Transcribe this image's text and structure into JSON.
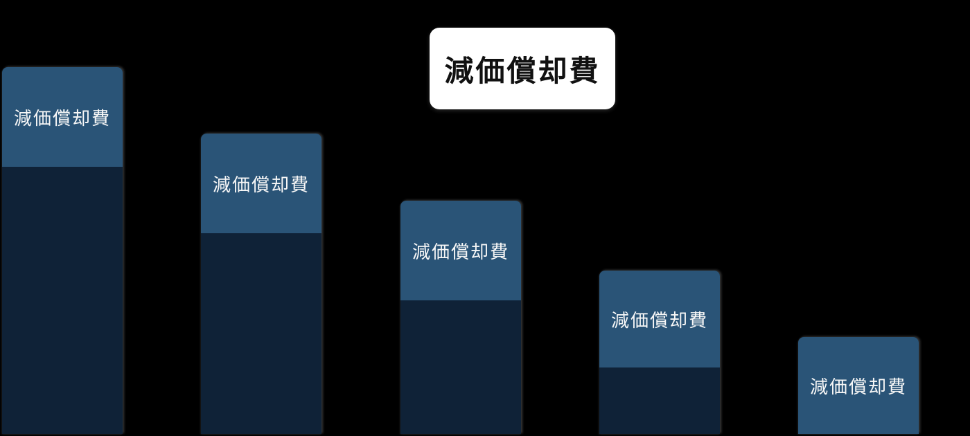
{
  "chart_data": {
    "type": "bar",
    "stacked": true,
    "orientation": "vertical",
    "title": "減価償却費",
    "axes_visible": false,
    "grid": false,
    "legend_position": "none",
    "categories": [
      "",
      "",
      "",
      "",
      ""
    ],
    "units": "relative-pixels",
    "baseline_y": 627,
    "series": [
      {
        "name": "減価償却費",
        "role": "depreciation-top-segment",
        "segment_label": "減価償却費",
        "color": "#2a5477",
        "values": [
          144,
          144,
          144,
          140,
          140
        ]
      },
      {
        "name": "",
        "role": "unlabeled-base-segment",
        "segment_label": "",
        "color": "#0f2237",
        "values": [
          386,
          290,
          193,
          96,
          0
        ]
      }
    ],
    "totals": [
      530,
      434,
      337,
      236,
      140
    ]
  },
  "colors": {
    "background": "#000000",
    "depreciation_segment": "#2a5477",
    "base_segment": "#0f2237",
    "title_card_bg": "#ffffff",
    "title_text": "#111111",
    "segment_label_text": "#f7f7f7"
  }
}
